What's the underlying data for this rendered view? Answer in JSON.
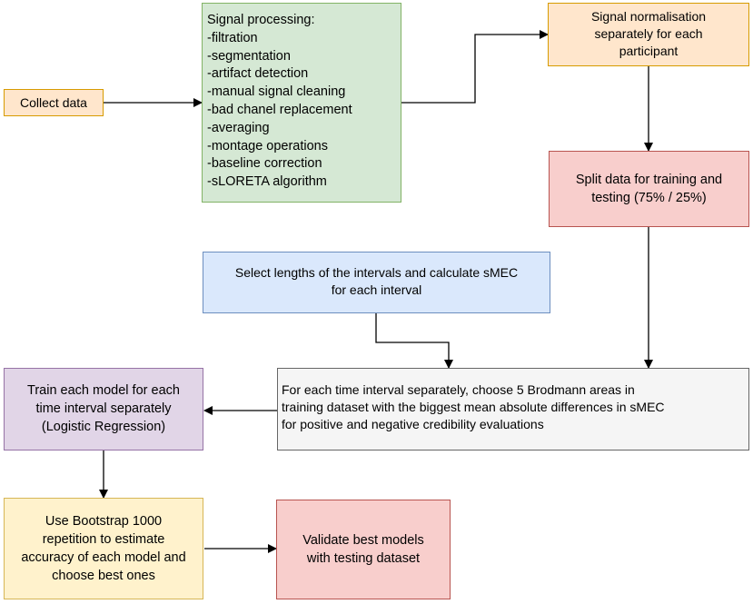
{
  "collect": "Collect data",
  "processing": {
    "title": "Signal processing:",
    "steps": [
      "-filtration",
      "-segmentation",
      "-artifact detection",
      "-manual signal cleaning",
      "-bad chanel replacement",
      "-averaging",
      "-montage operations",
      "-baseline correction",
      "-sLORETA algorithm"
    ]
  },
  "normalisation": [
    "Signal normalisation",
    "separately for each",
    "participant"
  ],
  "split": [
    "Split data for training and",
    "testing (75% / 25%)"
  ],
  "select": [
    "Select lengths of the intervals and calculate sMEC",
    "for each interval"
  ],
  "choose": [
    "For each time interval separately, choose 5 Brodmann areas in",
    "training dataset with the biggest mean absolute differences in sMEC",
    "for positive and negative credibility evaluations"
  ],
  "train": [
    "Train each model for each",
    "time interval separately",
    "(Logistic Regression)"
  ],
  "bootstrap": [
    "Use Bootstrap 1000",
    "repetition to estimate",
    "accuracy of each model and",
    "choose best ones"
  ],
  "validate": [
    "Validate best models",
    "with testing dataset"
  ],
  "colors": {
    "orange_fill": "#ffe6cc",
    "green_fill": "#d5e8d4",
    "red_fill": "#f8cecc",
    "blue_fill": "#dae8fc",
    "gray_fill": "#f5f5f5",
    "purple_fill": "#e1d5e7",
    "yellow_fill": "#fff2cc"
  }
}
